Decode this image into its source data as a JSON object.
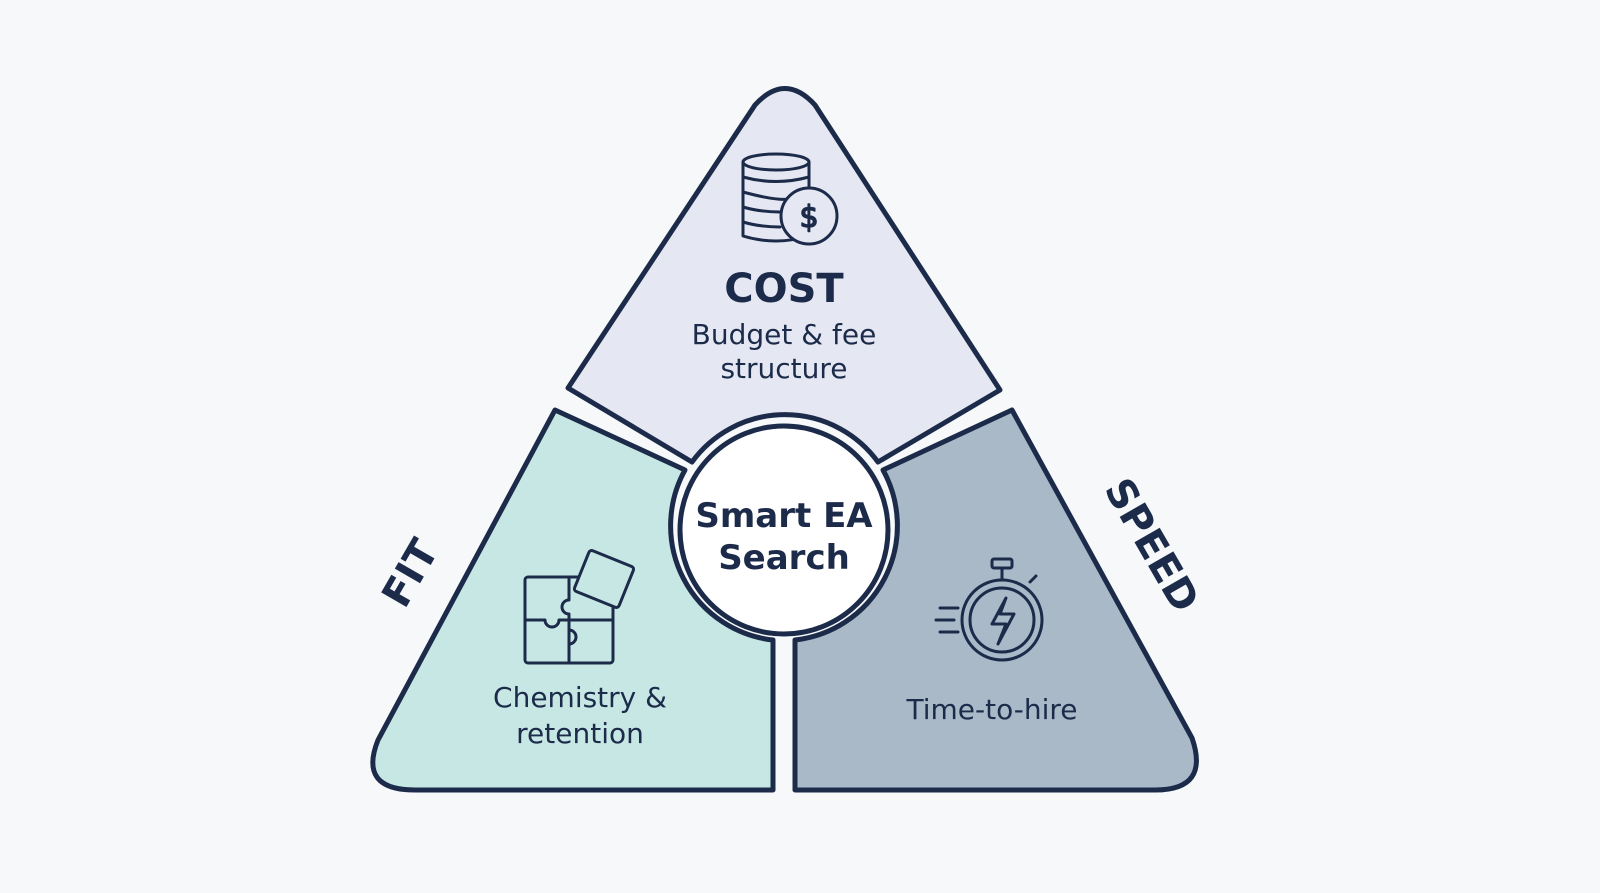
{
  "center": {
    "line1": "Smart EA",
    "line2": "Search"
  },
  "cost": {
    "title": "COST",
    "line1": "Budget & fee",
    "line2": "structure",
    "icon": "coins-dollar-icon"
  },
  "fit": {
    "title": "FIT",
    "line1": "Chemistry &",
    "line2": "retention",
    "icon": "puzzle-icon"
  },
  "speed": {
    "title": "SPEED",
    "line1": "Time-to-hire",
    "icon": "stopwatch-lightning-icon"
  },
  "colors": {
    "outline": "#1c2b4a",
    "cost": "#e5e8f3",
    "fit": "#c7e7e4",
    "speed": "#aab9c8",
    "background": "#f6f8fa"
  }
}
